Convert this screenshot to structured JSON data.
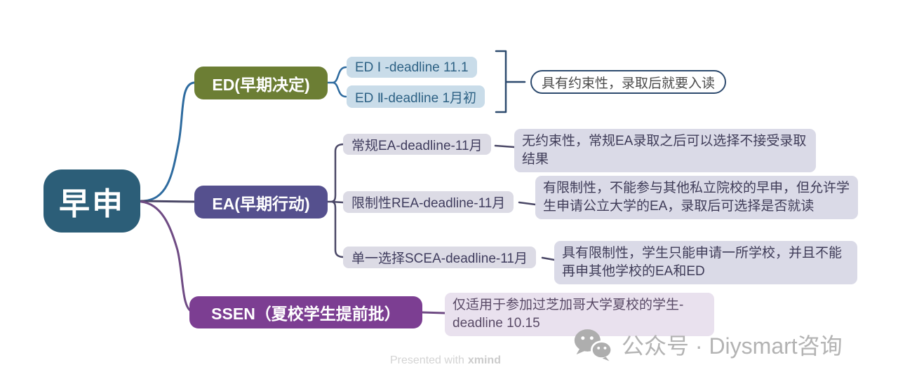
{
  "root": {
    "label": "早申"
  },
  "branches": {
    "ed": {
      "label": "ED(早期决定)",
      "children": [
        {
          "label": "ED Ⅰ -deadline 11.1"
        },
        {
          "label": "ED Ⅱ-deadline 1月初"
        }
      ],
      "note": "具有约束性，录取后就要入读"
    },
    "ea": {
      "label": "EA(早期行动)",
      "children": [
        {
          "label": "常规EA-deadline-11月",
          "note": "无约束性，常规EA录取之后可以选择不接受录取结果"
        },
        {
          "label": "限制性REA-deadline-11月",
          "note": "有限制性，不能参与其他私立院校的早申，但允许学生申请公立大学的EA，录取后可选择是否就读"
        },
        {
          "label": "单一选择SCEA-deadline-11月",
          "note": "具有限制性，学生只能申请一所学校，并且不能再申其他学校的EA和ED"
        }
      ]
    },
    "ssen": {
      "label": "SSEN（夏校学生提前批）",
      "note": "仅适用于参加过芝加哥大学夏校的学生-deadline 10.15"
    }
  },
  "footer": {
    "presented_with": "Presented with",
    "brand": "xmind"
  },
  "watermark": {
    "label": "公众号 · Diysmart咨询",
    "icon": "wechat-icon"
  },
  "colors": {
    "root_bg": "#2c5e78",
    "ed_bg": "#6c7e34",
    "ea_bg": "#55508e",
    "ssen_bg": "#7c3e92",
    "ed_child_bg": "#c9dce9",
    "ea_child_bg": "#dcdbe5",
    "note_bg": "#dadae7",
    "ssen_note_bg": "#e9e1ee",
    "ed_line": "#2e6b9f",
    "ea_line": "#4a4766",
    "ssen_line": "#6f4b84",
    "bracket": "#2d4a6e"
  }
}
